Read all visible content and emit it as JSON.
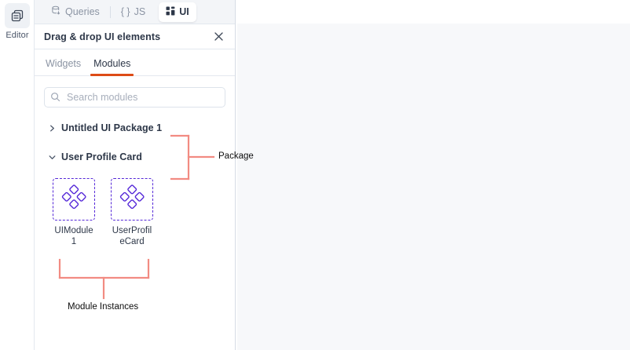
{
  "colors": {
    "accent_orange": "#dd4b16",
    "module_purple": "#5528d8",
    "annotation_salmon": "#f28b82",
    "text_dark": "#2d3748",
    "text_muted": "#8b94a3",
    "canvas_bg": "#f7f8fa"
  },
  "rail": {
    "items": [
      {
        "label": "Editor",
        "icon": "editor-pages-icon",
        "active": true
      }
    ]
  },
  "tabbar": {
    "tabs": [
      {
        "label": "Queries",
        "icon": "database-query-icon",
        "active": false
      },
      {
        "label": "JS",
        "icon": "curly-braces-icon",
        "active": false
      },
      {
        "label": "UI",
        "icon": "grid-squares-icon",
        "active": true
      }
    ]
  },
  "panel": {
    "title": "Drag & drop UI elements",
    "close_icon": "close-icon",
    "subtabs": [
      {
        "label": "Widgets",
        "active": false
      },
      {
        "label": "Modules",
        "active": true
      }
    ],
    "search": {
      "placeholder": "Search modules",
      "value": "",
      "icon": "search-icon"
    },
    "tree": [
      {
        "label": "Untitled UI Package 1",
        "expanded": false,
        "caret": "chevron-right-icon"
      },
      {
        "label": "User Profile Card",
        "expanded": true,
        "caret": "chevron-down-icon"
      }
    ],
    "modules": [
      {
        "label": "UIModule 1",
        "icon": "four-diamonds-icon"
      },
      {
        "label": "UserProfileCard",
        "icon": "four-diamonds-icon"
      }
    ]
  },
  "annotations": [
    {
      "id": "package",
      "label": "Package"
    },
    {
      "id": "module-instances",
      "label": "Module Instances"
    }
  ]
}
